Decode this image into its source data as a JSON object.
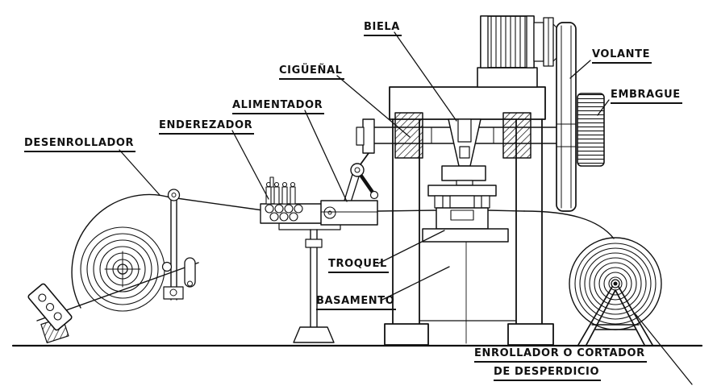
{
  "diagram": {
    "labels": {
      "desenrollador": "DESENROLLADOR",
      "enderezador": "ENDEREZADOR",
      "alimentador": "ALIMENTADOR",
      "ciguenal": "CIGÜEÑAL",
      "biela": "BIELA",
      "volante": "VOLANTE",
      "embrague": "EMBRAGUE",
      "troquel": "TROQUEL",
      "basamento": "BASAMENTO",
      "enrollador_line1": "ENROLLADOR O CORTADOR",
      "enrollador_line2": "DE DESPERDICIO"
    },
    "colors": {
      "line": "#111111",
      "background": "#ffffff"
    }
  }
}
